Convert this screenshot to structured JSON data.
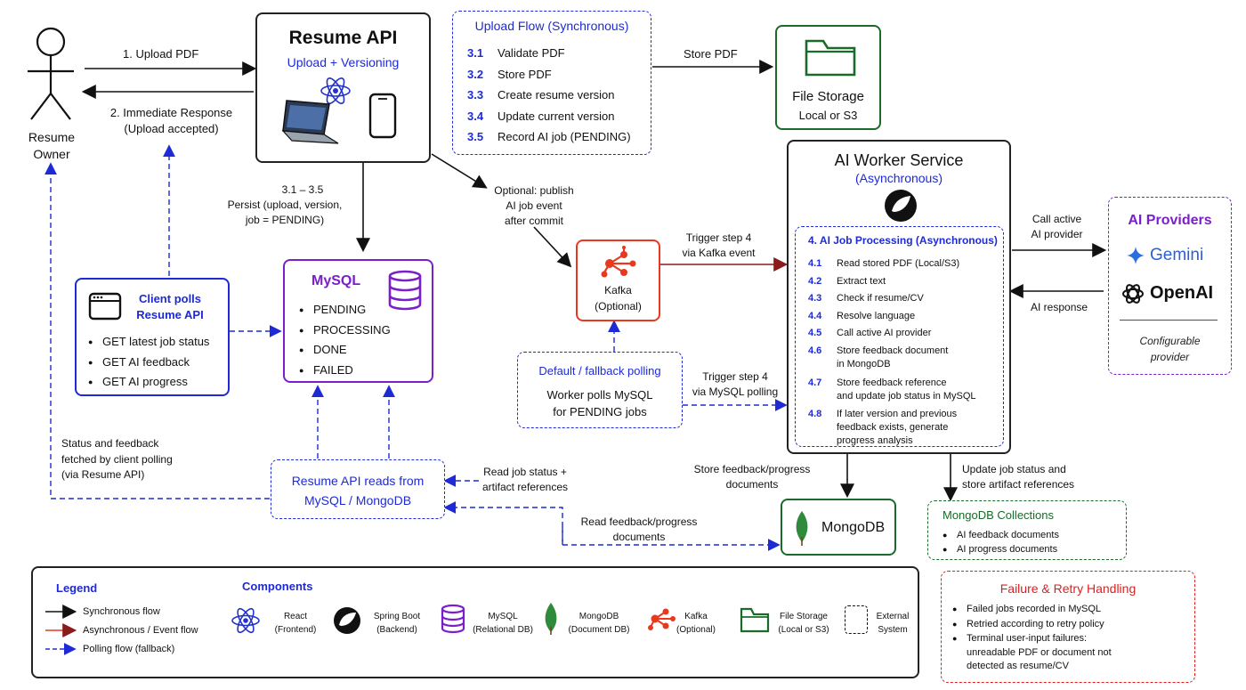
{
  "actor": {
    "label_1": "Resume",
    "label_2": "Owner"
  },
  "flows": {
    "upload_pdf": "1. Upload PDF",
    "immediate_response_1": "2. Immediate Response",
    "immediate_response_2": "(Upload accepted)",
    "persist_1": "3.1 – 3.5",
    "persist_2": "Persist (upload, version,",
    "persist_3": "job = PENDING)",
    "optional_publish_1": "Optional: publish",
    "optional_publish_2": "AI job event",
    "optional_publish_3": "after commit",
    "store_pdf": "Store PDF",
    "trigger_kafka_1": "Trigger step 4",
    "trigger_kafka_2": "via Kafka event",
    "trigger_mysql_1": "Trigger step 4",
    "trigger_mysql_2": "via MySQL polling",
    "call_provider_1": "Call active",
    "call_provider_2": "AI provider",
    "ai_response": "AI response",
    "status_feedback_1": "Status and feedback",
    "status_feedback_2": "fetched by client polling",
    "status_feedback_3": "(via Resume API)",
    "read_job_status_1": "Read job status +",
    "read_job_status_2": "artifact references",
    "store_feedback_1": "Store feedback/progress",
    "store_feedback_2": "documents",
    "update_job_1": "Update job status and",
    "update_job_2": "store artifact references",
    "read_feedback_1": "Read feedback/progress",
    "read_feedback_2": "documents"
  },
  "resume_api": {
    "title": "Resume API",
    "subtitle": "Upload + Versioning"
  },
  "upload_flow": {
    "title": "Upload Flow (Synchronous)",
    "steps": [
      {
        "num": "3.1",
        "text": "Validate PDF"
      },
      {
        "num": "3.2",
        "text": "Store PDF"
      },
      {
        "num": "3.3",
        "text": "Create resume version"
      },
      {
        "num": "3.4",
        "text": "Update current version"
      },
      {
        "num": "3.5",
        "text": "Record AI job (PENDING)"
      }
    ]
  },
  "file_storage": {
    "title": "File Storage",
    "subtitle": "Local or S3"
  },
  "mysql": {
    "title": "MySQL",
    "states": [
      "PENDING",
      "PROCESSING",
      "DONE",
      "FAILED"
    ]
  },
  "client_polls": {
    "title_1": "Client polls",
    "title_2": "Resume API",
    "items": [
      "GET latest job status",
      "GET AI feedback",
      "GET AI progress"
    ]
  },
  "kafka": {
    "title": "Kafka",
    "subtitle": "(Optional)"
  },
  "fallback": {
    "title": "Default / fallback polling",
    "text_1": "Worker polls MySQL",
    "text_2": "for PENDING jobs"
  },
  "ai_worker": {
    "title": "AI Worker Service",
    "subtitle": "(Asynchronous)",
    "job_title": "4. AI Job Processing (Asynchronous)",
    "steps": [
      {
        "num": "4.1",
        "lines": [
          "Read stored PDF (Local/S3)"
        ]
      },
      {
        "num": "4.2",
        "lines": [
          "Extract text"
        ]
      },
      {
        "num": "4.3",
        "lines": [
          "Check if resume/CV"
        ]
      },
      {
        "num": "4.4",
        "lines": [
          "Resolve language"
        ]
      },
      {
        "num": "4.5",
        "lines": [
          "Call active AI provider"
        ]
      },
      {
        "num": "4.6",
        "lines": [
          "Store feedback document",
          "in MongoDB"
        ]
      },
      {
        "num": "4.7",
        "lines": [
          "Store feedback reference",
          "and update job status in MySQL"
        ]
      },
      {
        "num": "4.8",
        "lines": [
          "If later version and previous",
          "feedback exists, generate",
          "progress analysis"
        ]
      }
    ]
  },
  "ai_providers": {
    "title": "AI Providers",
    "gemini": "Gemini",
    "openai": "OpenAI",
    "note_1": "Configurable",
    "note_2": "provider"
  },
  "reads_box": {
    "line_1": "Resume API reads from",
    "line_2": "MySQL / MongoDB"
  },
  "mongodb": {
    "title": "MongoDB"
  },
  "mongo_collections": {
    "title": "MongoDB Collections",
    "items": [
      "AI feedback documents",
      "AI progress documents"
    ]
  },
  "legend": {
    "title": "Legend",
    "sync": "Synchronous flow",
    "async": "Asynchronous / Event flow",
    "polling": "Polling flow (fallback)",
    "components_title": "Components",
    "components": [
      {
        "name": "React",
        "sub": "(Frontend)"
      },
      {
        "name": "Spring Boot",
        "sub": "(Backend)"
      },
      {
        "name": "MySQL",
        "sub": "(Relational DB)"
      },
      {
        "name": "MongoDB",
        "sub": "(Document DB)"
      },
      {
        "name": "Kafka",
        "sub": "(Optional)"
      },
      {
        "name": "File Storage",
        "sub": "(Local or S3)"
      },
      {
        "name": "External",
        "sub": "System"
      }
    ]
  },
  "failure": {
    "title": "Failure & Retry Handling",
    "items": [
      [
        "Failed jobs recorded in MySQL"
      ],
      [
        "Retried according to retry policy"
      ],
      [
        "Terminal user-input failures:",
        "unreadable PDF or document not",
        "detected as resume/CV"
      ]
    ]
  },
  "colors": {
    "sync": "#111111",
    "async": "#e8381e",
    "polling": "#1d2ad6",
    "mysql": "#7a1fc9",
    "mongo": "#1a6a2a",
    "failure": "#e01e1e"
  }
}
